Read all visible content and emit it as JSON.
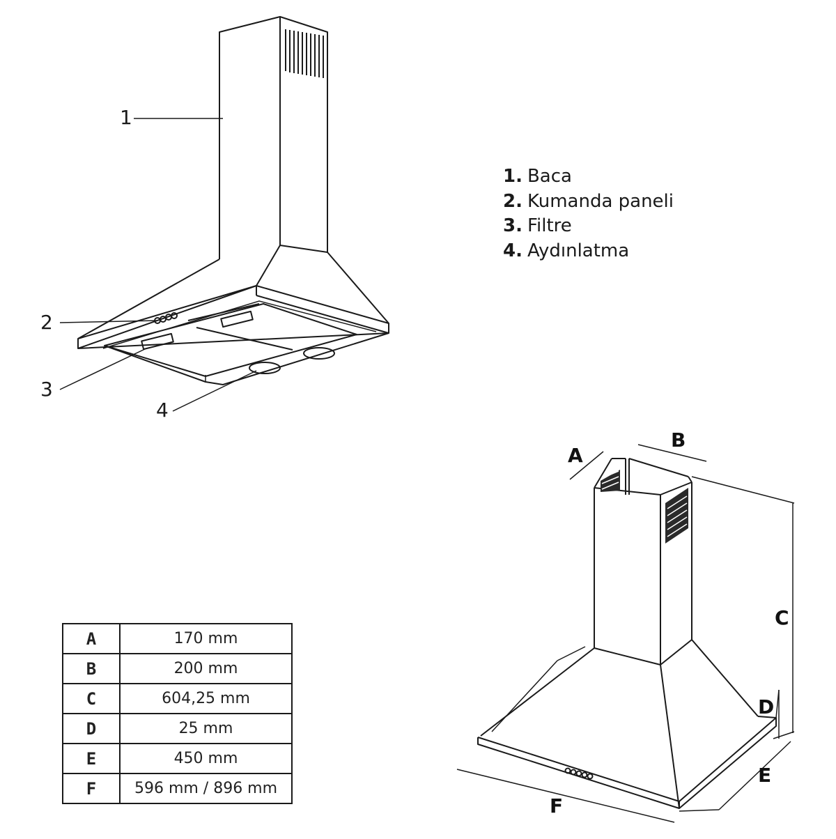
{
  "callouts": [
    "1",
    "2",
    "3",
    "4"
  ],
  "legend": [
    {
      "number": "1.",
      "label": "Baca"
    },
    {
      "number": "2.",
      "label": "Kumanda paneli"
    },
    {
      "number": "3.",
      "label": "Filtre"
    },
    {
      "number": "4.",
      "label": "Aydınlatma"
    }
  ],
  "dimension_labels": [
    "A",
    "B",
    "C",
    "D",
    "E",
    "F"
  ],
  "dimensions_table": [
    {
      "key": "A",
      "value": "170 mm"
    },
    {
      "key": "B",
      "value": "200 mm"
    },
    {
      "key": "C",
      "value": "604,25 mm"
    },
    {
      "key": "D",
      "value": "25 mm"
    },
    {
      "key": "E",
      "value": "450 mm"
    },
    {
      "key": "F",
      "value": "596 mm / 896 mm"
    }
  ]
}
